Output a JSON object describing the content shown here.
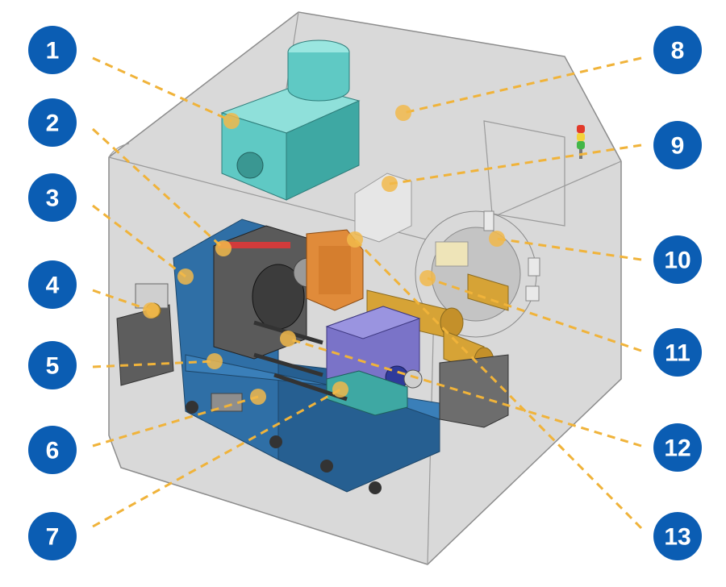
{
  "diagram": {
    "colors": {
      "badge": "#0b5db3",
      "leader": "#f0b33a",
      "enclosure": "#b9b9b9",
      "base": "#2f6fa6",
      "hopper": "#5fc9c4",
      "gold": "#d6a336",
      "purple": "#7a73c8",
      "orange": "#e08b3a"
    },
    "callouts": [
      {
        "id": 1,
        "label": "1"
      },
      {
        "id": 2,
        "label": "2"
      },
      {
        "id": 3,
        "label": "3"
      },
      {
        "id": 4,
        "label": "4"
      },
      {
        "id": 5,
        "label": "5"
      },
      {
        "id": 6,
        "label": "6"
      },
      {
        "id": 7,
        "label": "7"
      },
      {
        "id": 8,
        "label": "8"
      },
      {
        "id": 9,
        "label": "9"
      },
      {
        "id": 10,
        "label": "10"
      },
      {
        "id": 11,
        "label": "11"
      },
      {
        "id": 12,
        "label": "12"
      },
      {
        "id": 13,
        "label": "13"
      }
    ]
  }
}
